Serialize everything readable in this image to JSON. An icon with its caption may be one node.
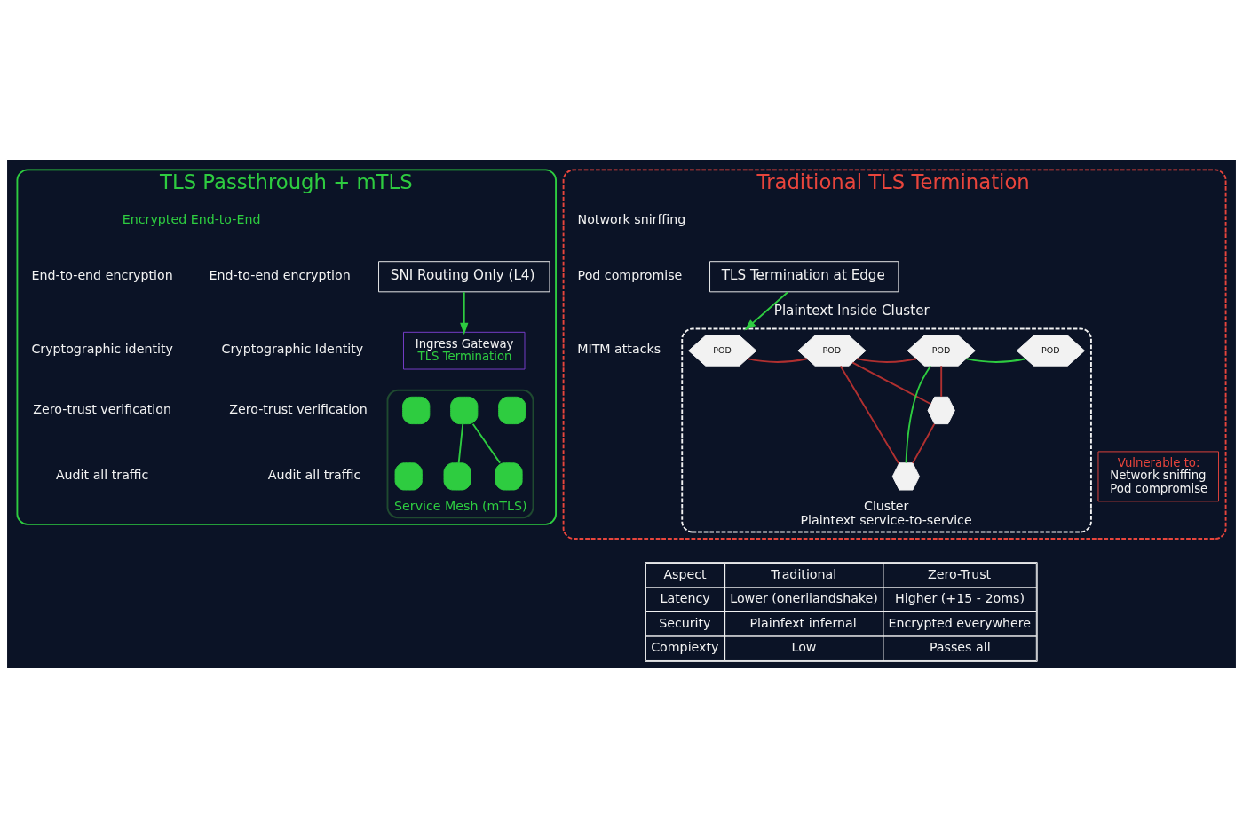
{
  "diagram": {
    "nodes": [
      {
        "text": [
          "Traditional TLS Termination"
        ]
      },
      {
        "text": [
          "TLS Termination at Edge"
        ],
        "in": 0
      },
      {
        "text": [
          "Cluster",
          "Plaintext service-to-service"
        ],
        "in": 0
      },
      {
        "text": [
          "POD"
        ],
        "in": 2
      },
      {
        "text": [
          "POD"
        ],
        "in": 2
      },
      {
        "text": [
          "POD"
        ],
        "in": 2
      },
      {
        "text": [
          "POD"
        ],
        "in": 2
      },
      {
        "text": [],
        "shape": "hexagon",
        "in": 2
      },
      {
        "text": [],
        "shape": "hexagon",
        "in": 2
      },
      {
        "text": [
          "Vulnerable to:",
          "Network sniffing",
          "Pod compromise"
        ],
        "in": 0
      },
      {
        "text": [
          "TLS Passthrough + mTLS"
        ]
      },
      {
        "text": [
          "SNI Routing Only (L4)"
        ],
        "in": 10
      },
      {
        "text": [
          "Ingress Gateway",
          "TLS Termination"
        ],
        "in": 10
      },
      {
        "text": [
          "Service Mesh (mTLS)"
        ],
        "in": 10
      },
      {
        "text": [],
        "shape": "lock",
        "in": 13
      },
      {
        "text": [],
        "shape": "lock",
        "in": 13
      },
      {
        "text": [],
        "shape": "lock",
        "in": 13
      },
      {
        "text": [],
        "shape": "lock",
        "in": 13
      },
      {
        "text": [],
        "shape": "lock",
        "in": 13
      },
      {
        "text": [],
        "shape": "lock",
        "in": 13
      }
    ],
    "edges": [
      {
        "from": 1,
        "to": 2,
        "arrow": "to",
        "label": "Plaintext Inside Cluster",
        "color": "#2ecc40"
      },
      {
        "from": 3,
        "to": 4,
        "arrow": "none",
        "color": "#b03030"
      },
      {
        "from": 4,
        "to": 5,
        "arrow": "none",
        "color": "#b03030"
      },
      {
        "from": 5,
        "to": 6,
        "arrow": "none",
        "color": "#2ecc40"
      },
      {
        "from": 4,
        "to": 7,
        "arrow": "none",
        "color": "#b03030"
      },
      {
        "from": 4,
        "to": 8,
        "arrow": "none",
        "color": "#b03030"
      },
      {
        "from": 5,
        "to": 7,
        "arrow": "none",
        "color": "#b03030"
      },
      {
        "from": 5,
        "to": 8,
        "arrow": "none",
        "color": "#2ecc40"
      },
      {
        "from": 7,
        "to": 8,
        "arrow": "none",
        "color": "#b03030"
      },
      {
        "from": 11,
        "to": 12,
        "arrow": "to",
        "color": "#2ecc40"
      },
      {
        "from": 15,
        "to": 17,
        "arrow": "none",
        "color": "#2ecc40"
      },
      {
        "from": 15,
        "to": 19,
        "arrow": "none",
        "color": "#2ecc40"
      }
    ],
    "labels": [
      "Notwork snirffing",
      "Pod compromise",
      "MITM attacks",
      "Encrypted End-to-End",
      "End-to-end encryption",
      "Cryptographic identity",
      "Zero-trust verification",
      "Audit all traffic",
      "End-to-end encryption",
      "Cryptographic Identity",
      "Zero-trust verification",
      "Audit all traffic",
      "Aspect",
      "Traditional",
      "Zero-Trust",
      "Latency",
      "Lower (oneriiandshake)",
      "Higher (+15 - 2oms)",
      "Security",
      "Plainfext infernal",
      "Encrypted everywhere",
      "Compiexty",
      "Low",
      "Passes all"
    ]
  }
}
